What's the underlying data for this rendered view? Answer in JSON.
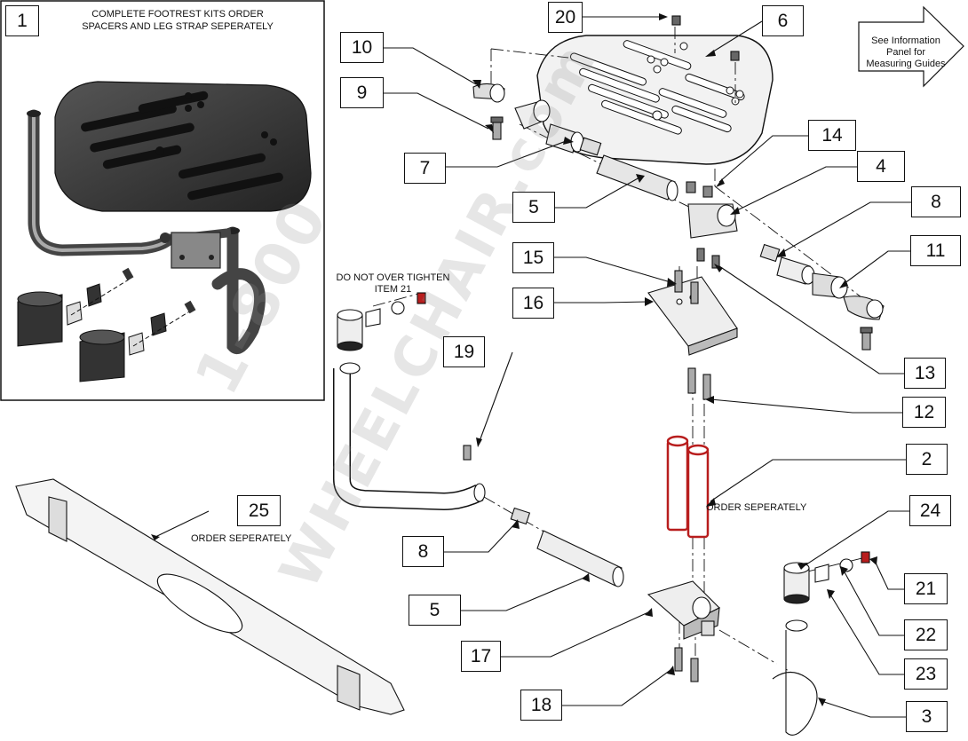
{
  "kit_box": {
    "label": "1",
    "note_line1": "COMPLETE FOOTREST KITS ORDER",
    "note_line2": "SPACERS  AND LEG STRAP SEPERATELY"
  },
  "info_arrow": {
    "line1": "See Information",
    "line2": "Panel for",
    "line3": "Measuring Guides"
  },
  "notes": {
    "tighten_line1": "DO NOT OVER TIGHTEN",
    "tighten_line2": "ITEM 21",
    "order_sep_2": "ORDER SEPERATELY",
    "order_sep_25": "ORDER SEPERATELY"
  },
  "watermark": {
    "line1": "1-800",
    "line2": "WHEELCHAIR.com"
  },
  "callouts": {
    "c20": "20",
    "c6": "6",
    "c10": "10",
    "c9": "9",
    "c7": "7",
    "c14": "14",
    "c4": "4",
    "c5a": "5",
    "c8a": "8",
    "c11": "11",
    "c15": "15",
    "c16": "16",
    "c13": "13",
    "c19": "19",
    "c12": "12",
    "c2": "2",
    "c25": "25",
    "c24": "24",
    "c8b": "8",
    "c21": "21",
    "c5b": "5",
    "c22": "22",
    "c17": "17",
    "c23": "23",
    "c18": "18",
    "c3": "3"
  },
  "colors": {
    "spacer_red": "#b81d1d",
    "plate_dark": "#3a3a3a",
    "line": "#111111"
  }
}
